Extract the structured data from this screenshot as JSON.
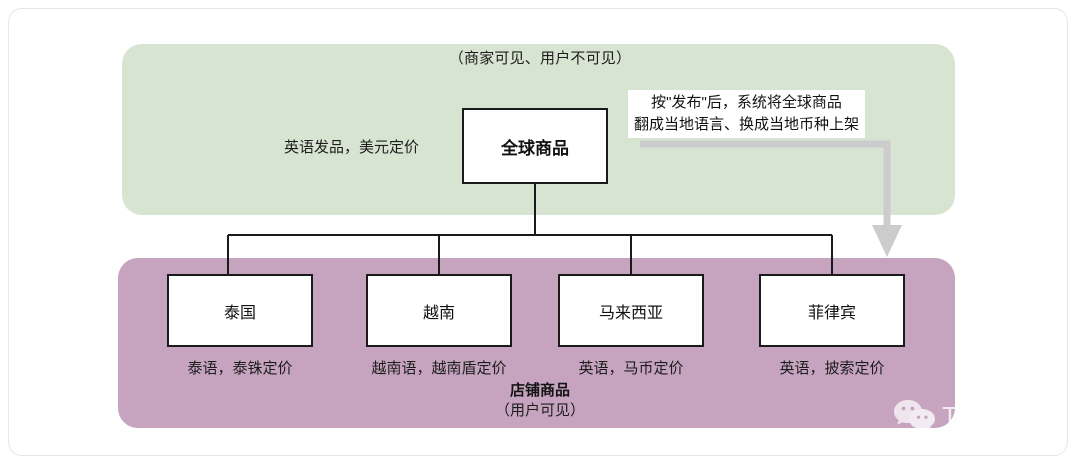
{
  "diagram": {
    "global_panel": {
      "visibility_note": "（商家可见、用户不可见）",
      "node_label": "全球商品",
      "side_label": "英语发品，美元定价",
      "callout_line1": "按\"发布\"后，系统将全球商品",
      "callout_line2": "翻成当地语言、换成当地币种上架",
      "fill_color": "#d8e4d2"
    },
    "store_panel": {
      "title_main": "店铺商品",
      "title_sub": "（用户可见）",
      "fill_color": "#c6a4c0",
      "countries": [
        {
          "name": "泰国",
          "caption": "泰语，泰铢定价"
        },
        {
          "name": "越南",
          "caption": "越南语，越南盾定价"
        },
        {
          "name": "马来西亚",
          "caption": "英语，马币定价"
        },
        {
          "name": "菲律宾",
          "caption": "英语，披索定价"
        }
      ]
    },
    "arrow": {
      "color": "#cccccc",
      "icon": "elbow-down-arrow"
    },
    "connector": {
      "color": "#1a1a1a"
    }
  },
  "watermark": {
    "icon": "wechat-icon",
    "text": "TK增长会"
  }
}
